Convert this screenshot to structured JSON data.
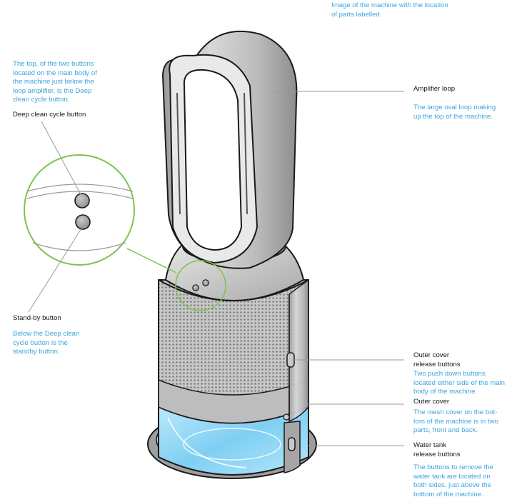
{
  "colors": {
    "annotation_blue": "#3aa6dc",
    "label_dark": "#1a1a1a",
    "callout_green": "#7cc44e",
    "body_grey": "#b9b9b9",
    "tank_blue": "#8fd3f4"
  },
  "header": {
    "description": "Image of the machine with the location\nof parts labelled."
  },
  "callouts": {
    "deep_clean": {
      "description": "The top, of the two buttons\nlocated on the main body of\nthe machine just below the\nloop amplifier, is the Deep\nclean cycle button.",
      "label": "Deep clean cycle button"
    },
    "standby": {
      "label": "Stand-by button",
      "description": "Below the Deep clean\ncycle button is the\nstandby button."
    },
    "amplifier_loop": {
      "label": "Amplifier loop",
      "description": "The large oval loop making\nup the top of the machine."
    },
    "outer_cover_release": {
      "label": "Outer cover\nrelease buttons",
      "description": "Two push down buttons\nlocated either side of the main\nbody of the machine."
    },
    "outer_cover": {
      "label": "Outer cover",
      "description": "The mesh cover on the bot-\ntom of the machine is in two\nparts, front and back."
    },
    "water_tank_release": {
      "label": "Water tank\nrelease buttons",
      "description": "The buttons to remove the\nwater tank are located on\nboth sides, just above the\nbottom of the machine."
    }
  }
}
